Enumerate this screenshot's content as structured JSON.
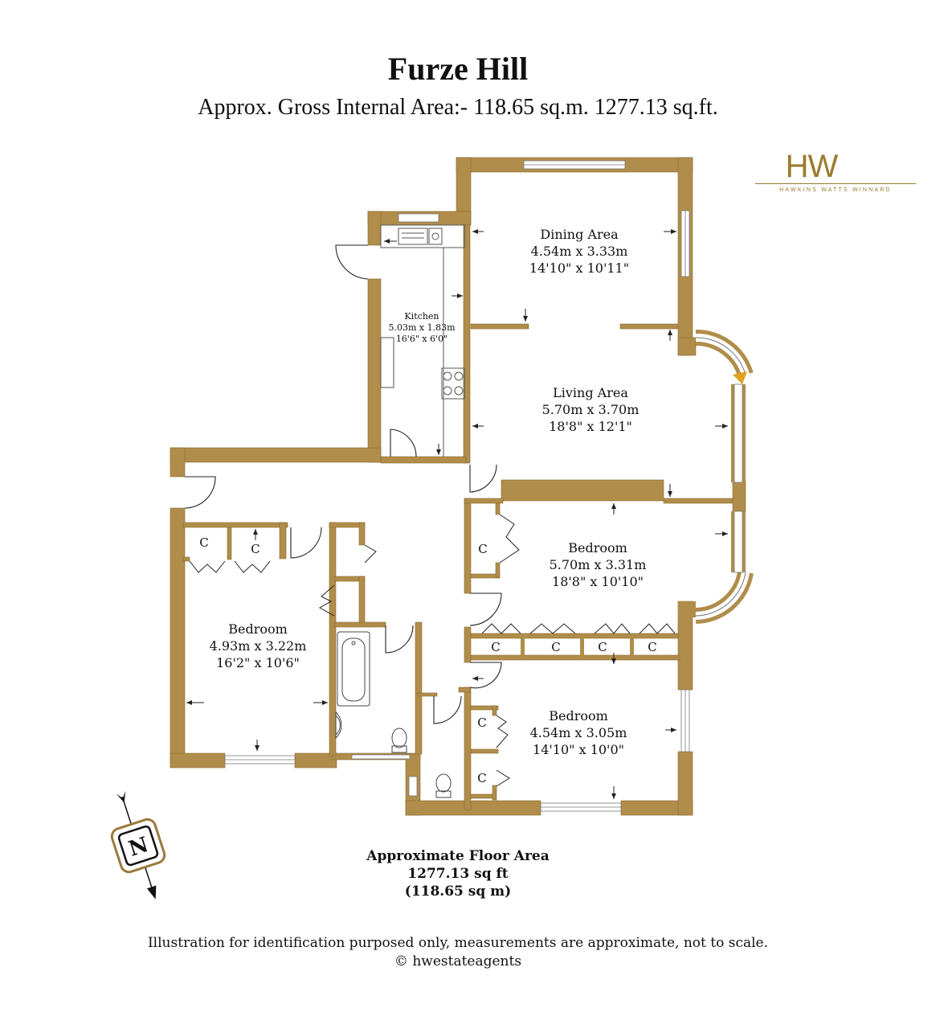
{
  "header": {
    "title": "Furze Hill",
    "subtitle": "Approx. Gross Internal Area:- 118.65 sq.m. 1277.13 sq.ft."
  },
  "logo": {
    "mark": "HW",
    "tagline": "HAWKINS WATTS WINNARD"
  },
  "rooms": {
    "dining": {
      "name": "Dining Area",
      "metric": "4.54m x 3.33m",
      "imperial": "14'10\" x 10'11\""
    },
    "kitchen": {
      "name": "Kitchen",
      "metric": "5.03m x 1.83m",
      "imperial": "16'6\" x 6'0\""
    },
    "living": {
      "name": "Living Area",
      "metric": "5.70m x 3.70m",
      "imperial": "18'8\" x 12'1\""
    },
    "bedroom_east": {
      "name": "Bedroom",
      "metric": "5.70m x 3.31m",
      "imperial": "18'8\" x 10'10\""
    },
    "bedroom_west": {
      "name": "Bedroom",
      "metric": "4.93m x 3.22m",
      "imperial": "16'2\" x 10'6\""
    },
    "bedroom_south": {
      "name": "Bedroom",
      "metric": "4.54m x 3.05m",
      "imperial": "14'10\" x 10'0\""
    }
  },
  "cupboard_label": "C",
  "compass": {
    "label": "N"
  },
  "summary": {
    "heading": "Approximate Floor Area",
    "sqft": "1277.13 sq ft",
    "sqm": "(118.65 sq m)"
  },
  "footer": {
    "disclaimer": "Illustration for identification purposed only, measurements are approximate, not to scale.",
    "copyright": "© hwestateagents"
  },
  "colors": {
    "wall": "#b08d4a",
    "wall_dark": "#9a7a3c",
    "window": "#ffffff",
    "accent": "#e0a21c"
  }
}
